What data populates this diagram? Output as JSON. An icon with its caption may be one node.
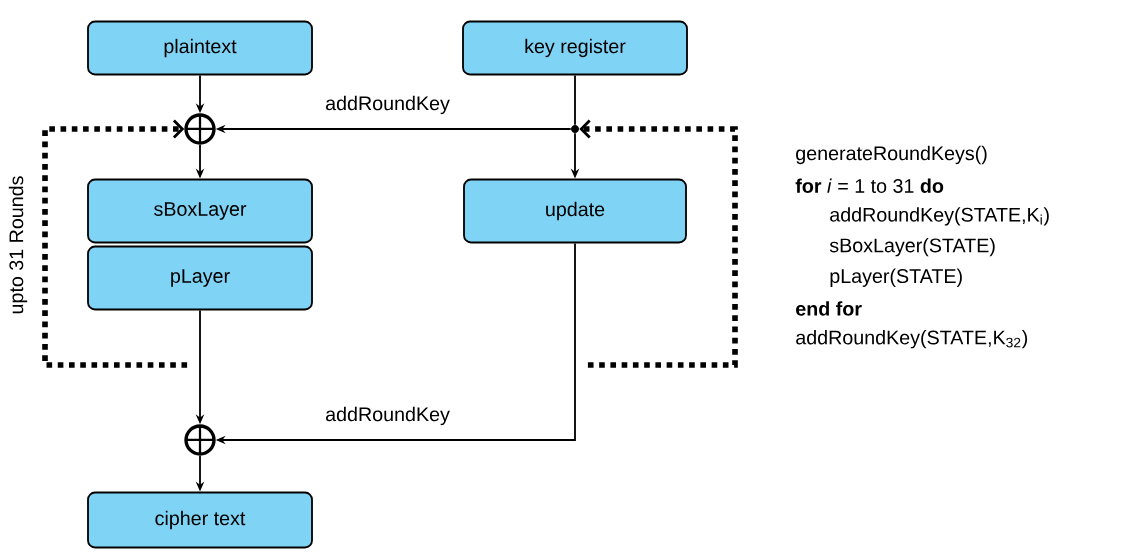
{
  "diagram": {
    "nodes": [
      {
        "text": [
          "plaintext"
        ]
      },
      {
        "text": [
          "key register"
        ]
      },
      {
        "text": [],
        "shape": "circle"
      },
      {
        "text": [],
        "shape": "circle"
      },
      {
        "text": [
          "sBoxLayer"
        ]
      },
      {
        "text": [
          "pLayer"
        ]
      },
      {
        "text": [
          "update"
        ]
      },
      {
        "text": [],
        "shape": "circle"
      },
      {
        "text": [
          "cipher text"
        ]
      }
    ],
    "edges": [
      {
        "from": 0,
        "to": 2,
        "arrow": "to"
      },
      {
        "from": 1,
        "to": 3,
        "arrow": "none"
      },
      {
        "from": 3,
        "to": 2,
        "arrow": "to",
        "label": "addRoundKey"
      },
      {
        "from": 3,
        "to": 6,
        "arrow": "to"
      },
      {
        "from": 2,
        "to": 4,
        "arrow": "to"
      },
      {
        "from": 5,
        "to": 2,
        "arrow": "to",
        "style": "dashed"
      },
      {
        "from": 6,
        "to": 3,
        "arrow": "to",
        "style": "dashed"
      },
      {
        "from": 5,
        "to": 7,
        "arrow": "to"
      },
      {
        "from": 6,
        "to": 7,
        "arrow": "to",
        "label": "addRoundKey"
      },
      {
        "from": 7,
        "to": 8,
        "arrow": "to"
      }
    ],
    "labels": [
      "upto 31 Rounds",
      "generateRoundKeys()",
      "**for** *i* = 1 to 31 **do**",
      "addRoundKey(STATE,K$_{i}$)",
      "sBoxLayer(STATE)",
      "pLayer(STATE)",
      "**end for**",
      "addRoundKey(STATE,K$_{32}$)"
    ]
  }
}
